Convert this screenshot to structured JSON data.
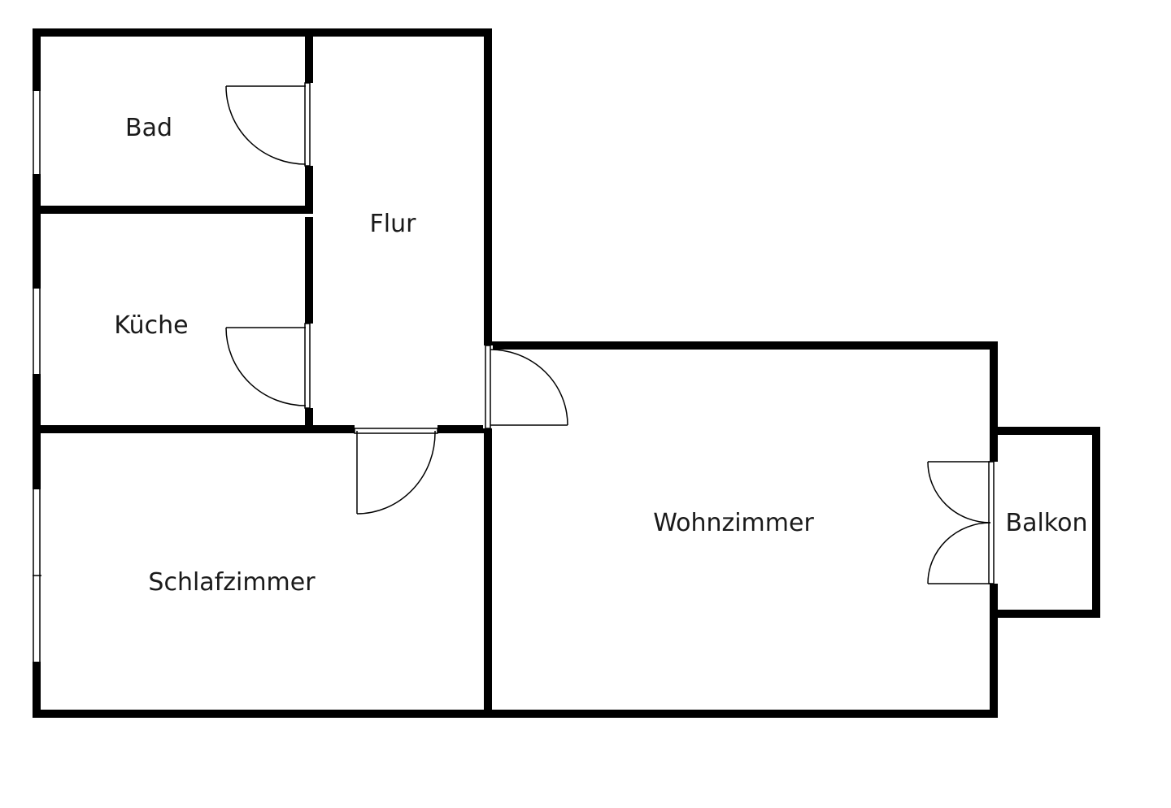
{
  "floorplan": {
    "rooms": {
      "bad": "Bad",
      "flur": "Flur",
      "kueche": "Küche",
      "schlafzimmer": "Schlafzimmer",
      "wohnzimmer": "Wohnzimmer",
      "balkon": "Balkon"
    }
  },
  "colors": {
    "wall": "#000000",
    "background": "#ffffff",
    "label": "#1a1a1a"
  }
}
